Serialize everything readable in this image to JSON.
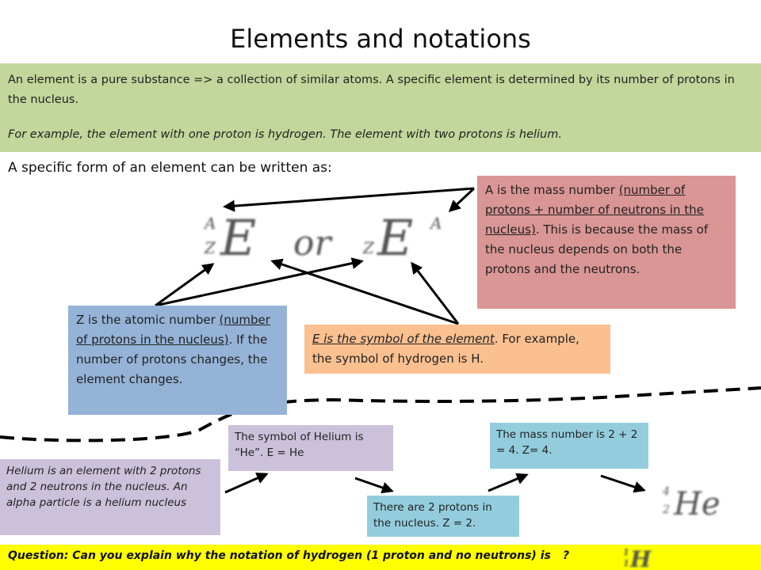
{
  "title": "Elements and notations",
  "intro": {
    "line1": "An element is a pure substance => a collection of similar atoms. A specific element is determined by its number of protons in the nucleus.",
    "line2": "For example, the element with one proton is hydrogen. The element with two protons is helium."
  },
  "subhead": "A specific form of an element can be written as:",
  "notation": {
    "left_sup": "A",
    "left_sub": "Z",
    "symbol": "E",
    "or": "or",
    "right_sub": "Z",
    "right_sup": "A"
  },
  "box_a": {
    "prefix": "A is the mass number ",
    "underlined": "(number of protons + number of neutrons in the nucleus)",
    "suffix": ". This is because the mass of the nucleus depends on both the protons and the neutrons."
  },
  "box_z": {
    "prefix": "Z is the atomic number ",
    "underlined": "(number of protons in the nucleus)",
    "suffix": ". If the number of protons changes, the element changes."
  },
  "box_e": {
    "underlined": "E is the symbol of the element",
    "suffix": ". For example, the symbol of hydrogen is H."
  },
  "helium_box": "Helium is an element with 2 protons and 2 neutrons in the nucleus. An alpha particle is a helium nucleus",
  "symbol_box": "The symbol of Helium is “He”. E = He",
  "protons_box": "There are 2 protons in the nucleus. Z = 2.",
  "mass_box": "The mass number is 2 + 2 = 4. Z= 4.",
  "helium_notation": {
    "sup": "4",
    "sub": "2",
    "symbol": "He"
  },
  "question": {
    "text": "Question: Can you explain why the notation of hydrogen (1 proton and no neutrons) is",
    "mark": "?"
  },
  "hydrogen_notation": {
    "sup": "1",
    "sub": "1",
    "symbol": "H"
  },
  "colors": {
    "intro_bg": "#c3d69b",
    "box_a_bg": "#d99694",
    "box_z_bg": "#95b3d7",
    "box_e_bg": "#fac090",
    "helium_bg": "#ccc1da",
    "blue_bg": "#93cddd",
    "question_bg": "#ffff00"
  }
}
